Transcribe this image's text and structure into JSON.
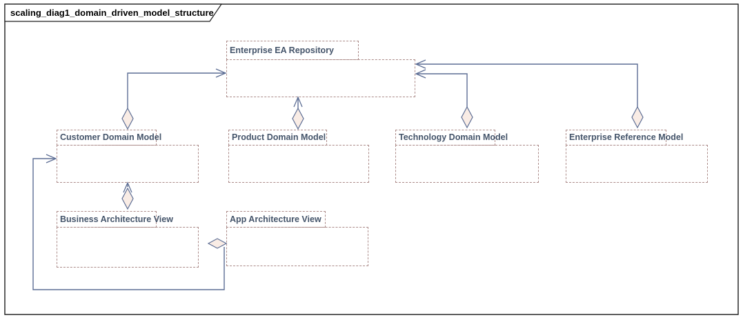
{
  "frame": {
    "title": "scaling_diag1_domain_driven_model_structure"
  },
  "nodes": [
    {
      "id": "enterprise-ea-repository",
      "label": "Enterprise EA Repository"
    },
    {
      "id": "customer-domain-model",
      "label": "Customer Domain Model"
    },
    {
      "id": "product-domain-model",
      "label": "Product Domain Model"
    },
    {
      "id": "technology-domain-model",
      "label": "Technology Domain Model"
    },
    {
      "id": "enterprise-reference-model",
      "label": "Enterprise Reference Model"
    },
    {
      "id": "business-architecture-view",
      "label": "Business Architecture View"
    },
    {
      "id": "app-architecture-view",
      "label": "App Architecture View"
    }
  ],
  "connections": [
    {
      "id": "customer-to-repository",
      "source": "Customer Domain Model",
      "target": "Enterprise EA Repository",
      "type": "aggregation-arrow"
    },
    {
      "id": "product-to-repository",
      "source": "Product Domain Model",
      "target": "Enterprise EA Repository",
      "type": "aggregation-arrow"
    },
    {
      "id": "technology-to-repository",
      "source": "Technology Domain Model",
      "target": "Enterprise EA Repository",
      "type": "aggregation-arrow"
    },
    {
      "id": "reference-to-repository",
      "source": "Enterprise Reference Model",
      "target": "Enterprise EA Repository",
      "type": "aggregation-arrow"
    },
    {
      "id": "business-to-customer",
      "source": "Business Architecture View",
      "target": "Customer Domain Model",
      "type": "aggregation-arrow"
    },
    {
      "id": "app-to-customer",
      "source": "App Architecture View",
      "target": "Customer Domain Model",
      "type": "aggregation-arrow"
    }
  ],
  "colors": {
    "frame_border": "#1a1a1a",
    "box_border": "#ab8a88",
    "connector": "#5c6d94",
    "diamond_fill": "#f9ece5",
    "label_text": "#44546a"
  }
}
